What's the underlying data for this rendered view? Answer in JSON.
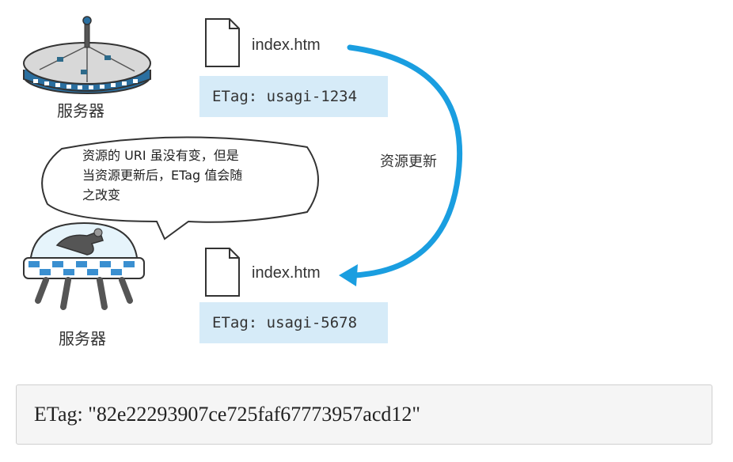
{
  "servers": [
    {
      "label": "服务器"
    },
    {
      "label": "服务器"
    }
  ],
  "files": [
    {
      "name": "index.htm",
      "etag": "ETag: usagi-1234"
    },
    {
      "name": "index.htm",
      "etag": "ETag: usagi-5678"
    }
  ],
  "update_label": "资源更新",
  "speech_bubble": {
    "lines": [
      "资源的 URI 虽没有变，但是",
      "当资源更新后，ETag 值会随",
      "之改变"
    ]
  },
  "code_block": {
    "text": "ETag: \"82e22293907ce725faf67773957acd12\""
  },
  "colors": {
    "arrow": "#1a9ee0",
    "etag_bg": "#d6ebf8",
    "code_bg": "#f5f5f5"
  },
  "icons": [
    "server-disc-icon",
    "server-robot-icon",
    "document-icon",
    "document-icon",
    "curved-arrow-icon"
  ]
}
